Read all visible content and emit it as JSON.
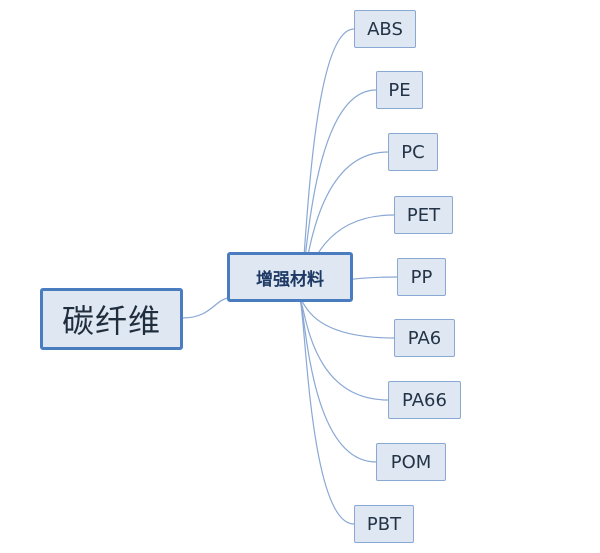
{
  "root": {
    "label": "碳纤维"
  },
  "hub": {
    "label": "增强材料"
  },
  "leaves": [
    {
      "label": "ABS"
    },
    {
      "label": "PE"
    },
    {
      "label": "PC"
    },
    {
      "label": "PET"
    },
    {
      "label": "PP"
    },
    {
      "label": "PA6"
    },
    {
      "label": "PA66"
    },
    {
      "label": "POM"
    },
    {
      "label": "PBT"
    }
  ],
  "colors": {
    "line": "#8aa8d4",
    "node_fill": "#dfe7f3",
    "node_border": "#4a7cc0"
  }
}
